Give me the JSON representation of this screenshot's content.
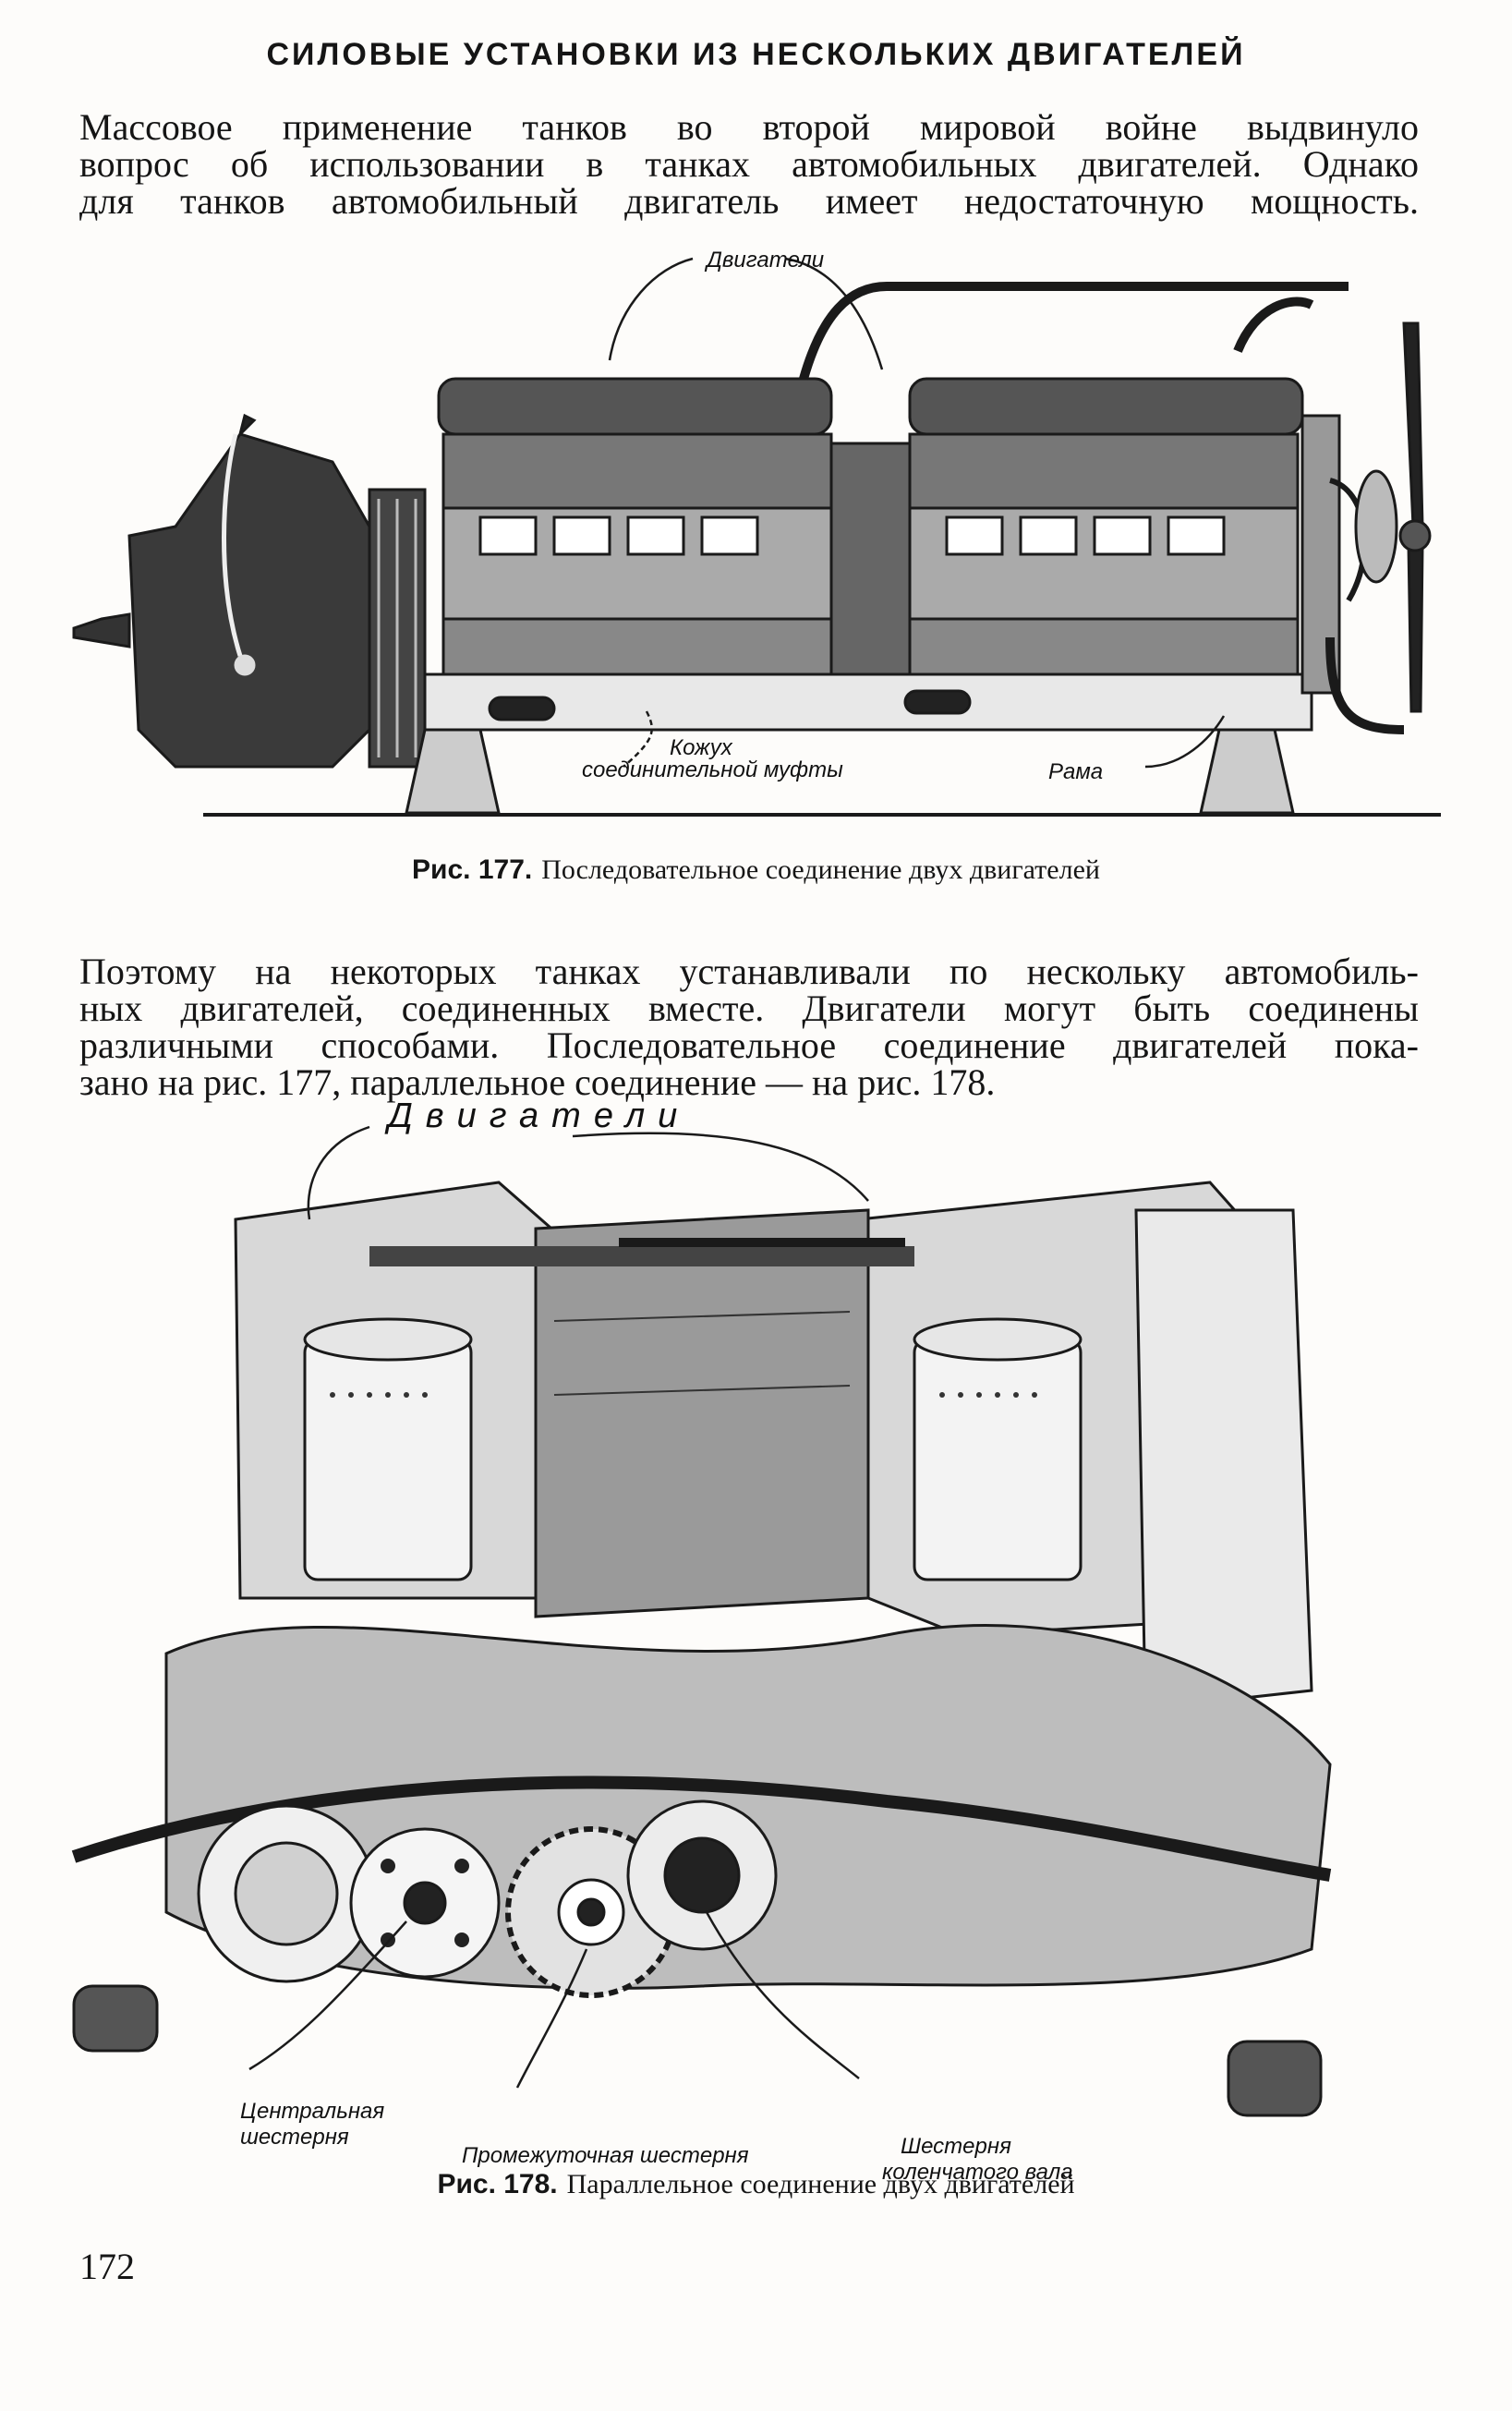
{
  "heading": "СИЛОВЫЕ УСТАНОВКИ ИЗ НЕСКОЛЬКИХ ДВИГАТЕЛЕЙ",
  "para1": [
    "Массовое применение танков во второй мировой войне выдвинуло",
    "вопрос об использовании в танках автомобильных двигателей. Однако",
    "для танков автомобильный двигатель имеет недостаточную мощность."
  ],
  "fig177": {
    "label_engines": "Двигатели",
    "label_coupling_1": "Кожух",
    "label_coupling_2": "соединительной муфты",
    "label_frame": "Рама",
    "caption_num": "Рис. 177.",
    "caption_text": "Последовательное соединение двух двигателей"
  },
  "para2": [
    "Поэтому на некоторых танках устанавливали по нескольку автомобиль-",
    "ных двигателей, соединенных вместе. Двигатели могут быть соединены",
    "различными способами. Последовательное соединение двигателей пока-",
    "зано на рис. 177, параллельное соединение — на рис. 178."
  ],
  "fig178": {
    "label_engines": "Двигатели",
    "label_central_1": "Центральная",
    "label_central_2": "шестерня",
    "label_intermediate": "Промежуточная шестерня",
    "label_crank_1": "Шестерня",
    "label_crank_2": "коленчатого вала",
    "caption_num": "Рис. 178.",
    "caption_text": "Параллельное соединение двух двигателей"
  },
  "page_number": "172"
}
